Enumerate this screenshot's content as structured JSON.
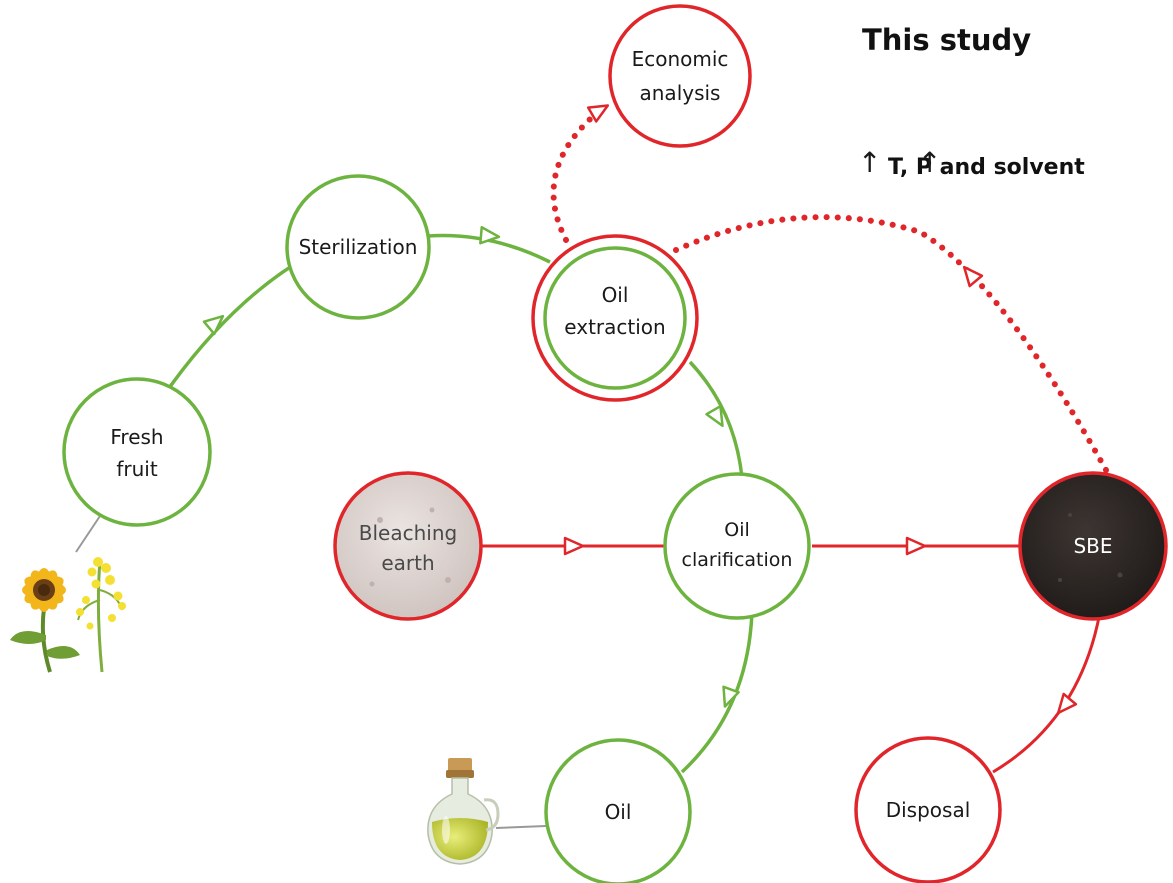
{
  "header": {
    "title": "This study",
    "conditions": "T, P and solvent",
    "up_arrow_symbol": "↑"
  },
  "nodes": {
    "fresh_fruit": [
      "Fresh",
      "fruit"
    ],
    "sterilization": [
      "Sterilization"
    ],
    "oil_extraction": [
      "Oil",
      "extraction"
    ],
    "economic_analysis": [
      "Economic",
      "analysis"
    ],
    "bleaching_earth": [
      "Bleaching",
      "earth"
    ],
    "oil_clarification": [
      "Oil",
      "clarification"
    ],
    "sbe": [
      "SBE"
    ],
    "oil": [
      "Oil"
    ],
    "disposal": [
      "Disposal"
    ]
  },
  "colors": {
    "green": "#6db33f",
    "red": "#e0262a",
    "sbe_fill": "#2a2422",
    "bleaching_fill": "#d9cfcc"
  },
  "icons": [
    "sunflower-rapeseed-icon",
    "oil-bottle-icon"
  ]
}
